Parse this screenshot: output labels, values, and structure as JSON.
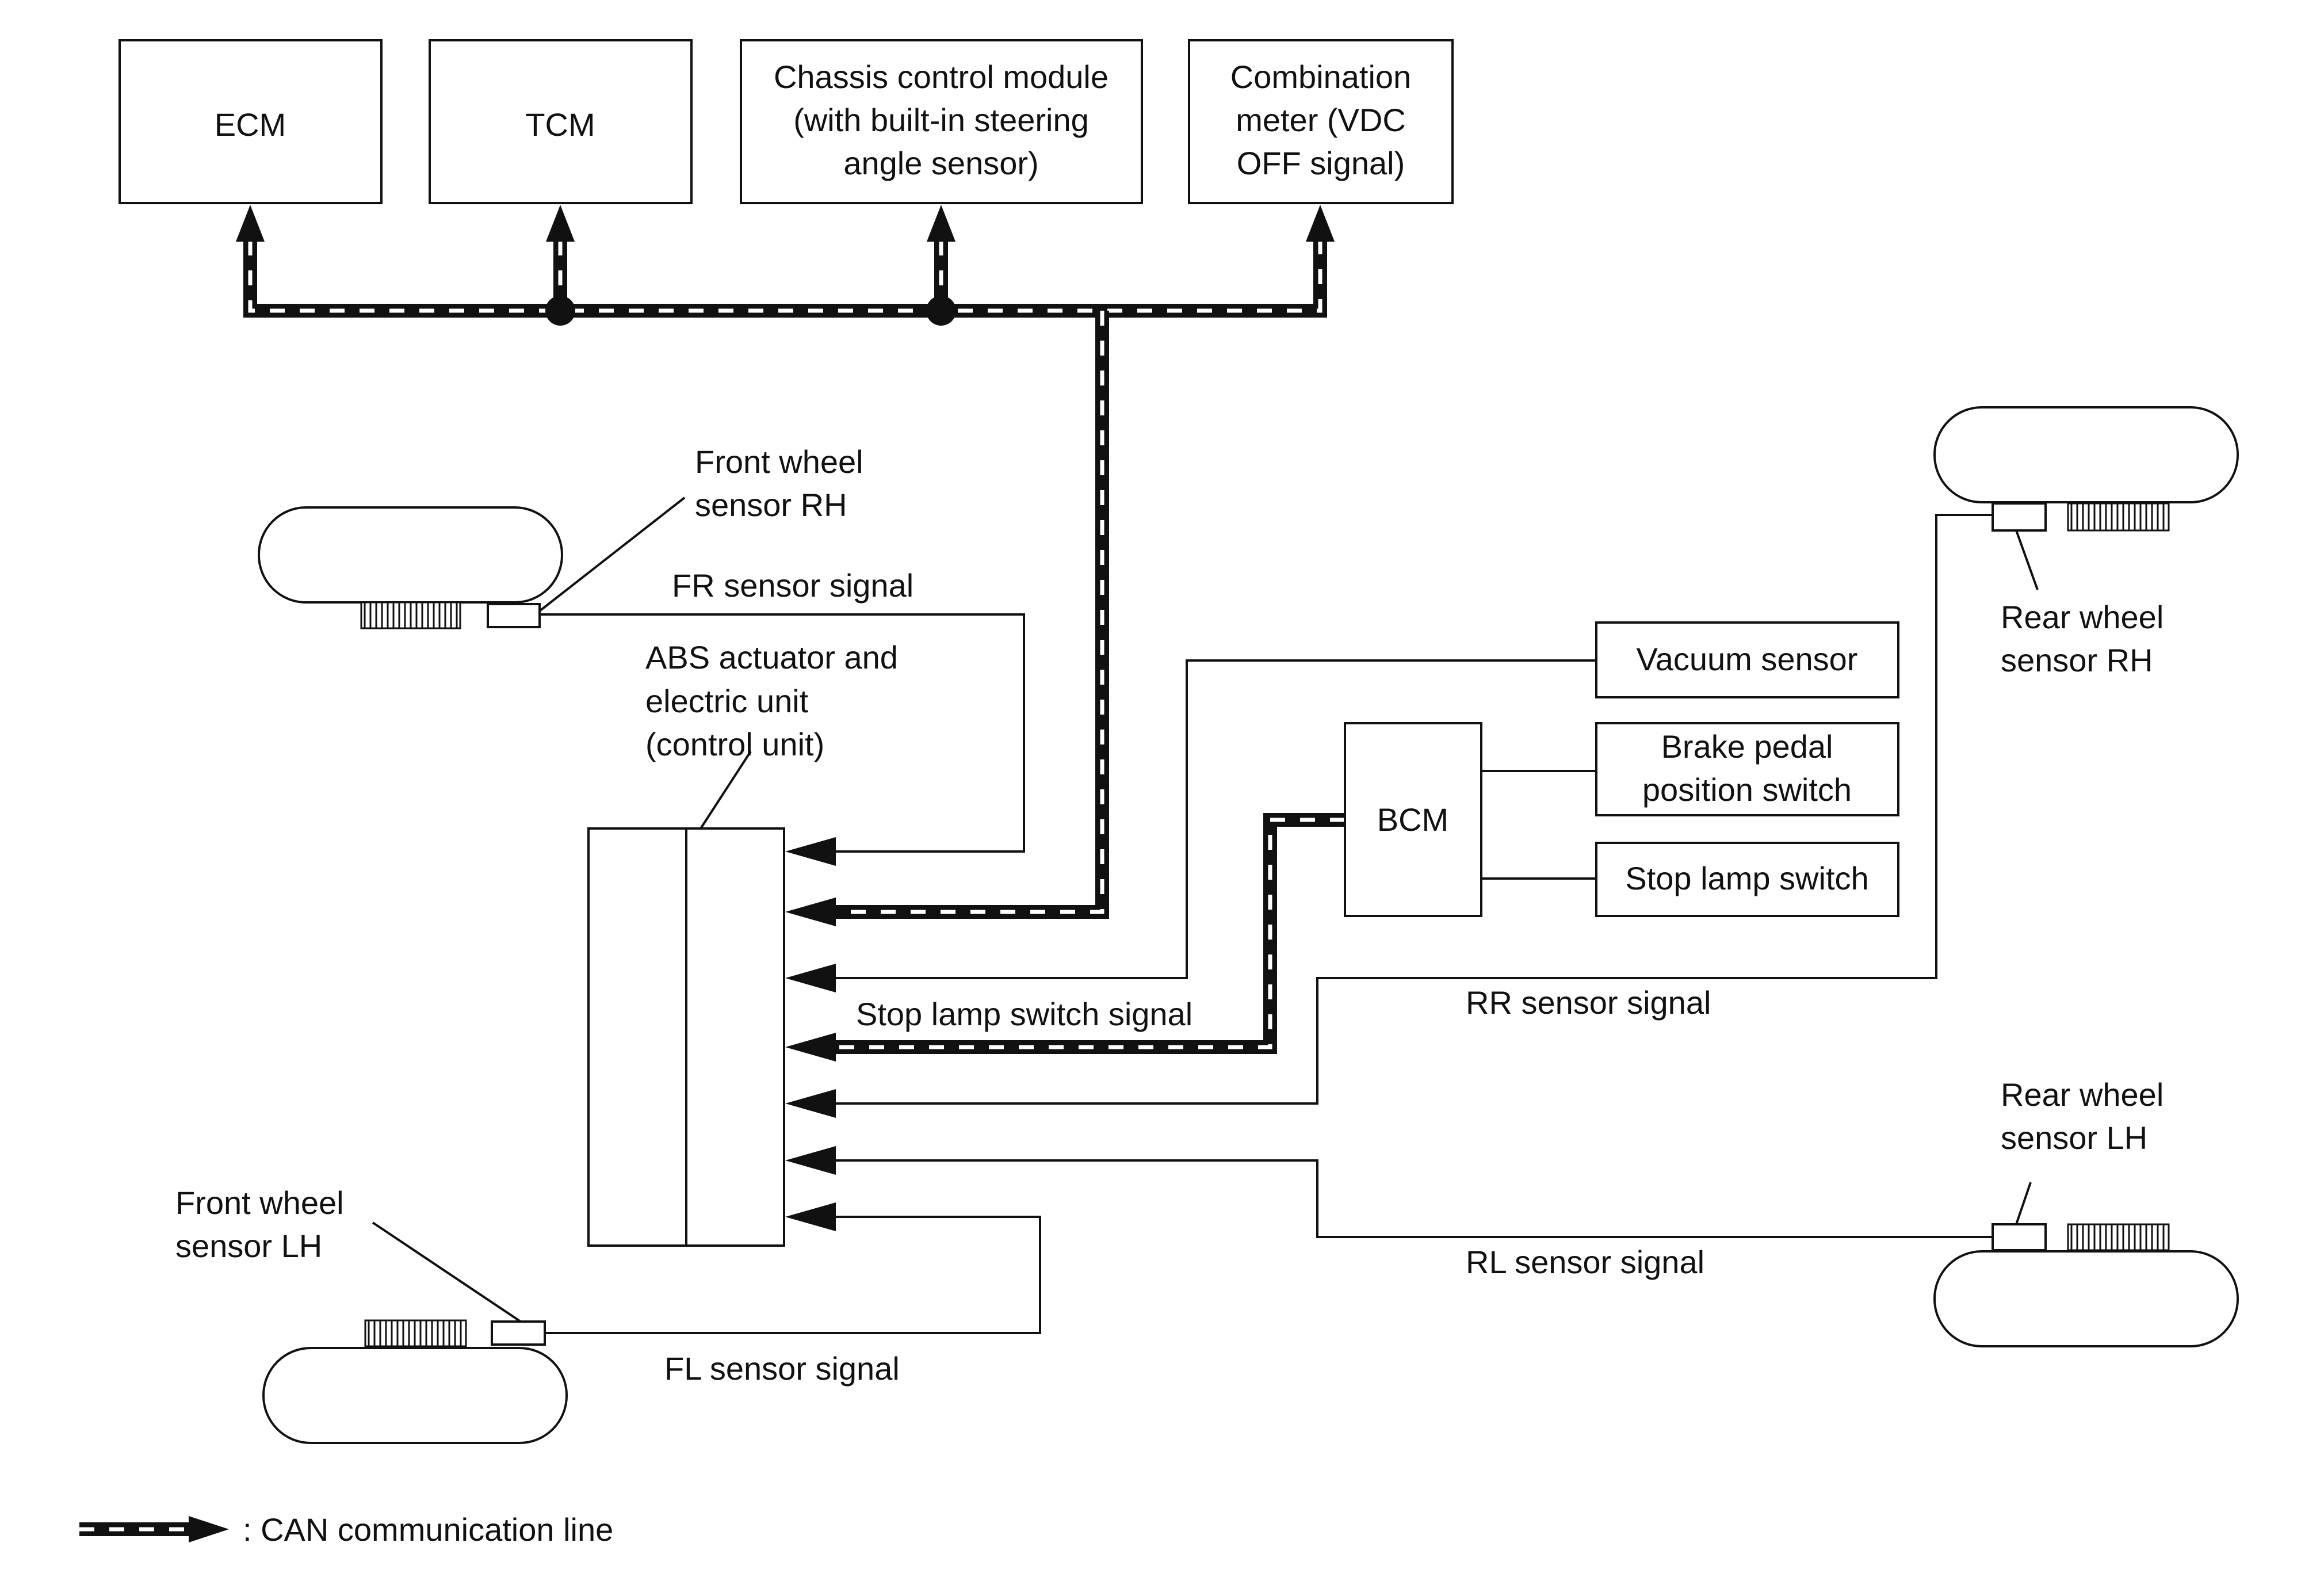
{
  "modules": {
    "ecm": "ECM",
    "tcm": "TCM",
    "chassis": [
      "Chassis control module",
      "(with built-in steering",
      "angle sensor)"
    ],
    "meter": [
      "Combination",
      "meter (VDC",
      "OFF signal)"
    ],
    "abs": [
      "ABS actuator and",
      "electric unit",
      "(control unit)"
    ],
    "bcm": "BCM",
    "vacuum": "Vacuum sensor",
    "brake_pedal": [
      "Brake pedal",
      "position switch"
    ],
    "stop_lamp": "Stop lamp switch"
  },
  "sensors": {
    "front_rh": [
      "Front wheel",
      "sensor RH"
    ],
    "front_lh": [
      "Front wheel",
      "sensor LH"
    ],
    "rear_rh": [
      "Rear wheel",
      "sensor RH"
    ],
    "rear_lh": [
      "Rear wheel",
      "sensor LH"
    ]
  },
  "signals": {
    "fr": "FR sensor signal",
    "fl": "FL sensor signal",
    "rr": "RR sensor signal",
    "rl": "RL sensor signal",
    "stop_lamp": "Stop lamp switch signal"
  },
  "legend": {
    "label": ": CAN communication line"
  }
}
